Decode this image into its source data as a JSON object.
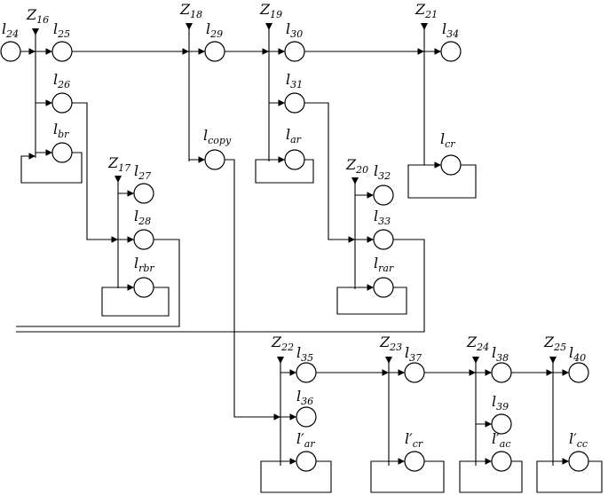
{
  "colors": {
    "ink": "#000000",
    "background": "#ffffff"
  },
  "transitions": [
    {
      "id": "Z16",
      "main": "Z",
      "sub": "16"
    },
    {
      "id": "Z17",
      "main": "Z",
      "sub": "17"
    },
    {
      "id": "Z18",
      "main": "Z",
      "sub": "18"
    },
    {
      "id": "Z19",
      "main": "Z",
      "sub": "19"
    },
    {
      "id": "Z20",
      "main": "Z",
      "sub": "20"
    },
    {
      "id": "Z21",
      "main": "Z",
      "sub": "21"
    },
    {
      "id": "Z22",
      "main": "Z",
      "sub": "22"
    },
    {
      "id": "Z23",
      "main": "Z",
      "sub": "23"
    },
    {
      "id": "Z24",
      "main": "Z",
      "sub": "24"
    },
    {
      "id": "Z25",
      "main": "Z",
      "sub": "25"
    }
  ],
  "places": [
    {
      "id": "l24",
      "main": "l",
      "sub": "24",
      "prime": false
    },
    {
      "id": "l25",
      "main": "l",
      "sub": "25",
      "prime": false
    },
    {
      "id": "l26",
      "main": "l",
      "sub": "26",
      "prime": false
    },
    {
      "id": "lbr",
      "main": "l",
      "sub": "br",
      "prime": false
    },
    {
      "id": "l27",
      "main": "l",
      "sub": "27",
      "prime": false
    },
    {
      "id": "l28",
      "main": "l",
      "sub": "28",
      "prime": false
    },
    {
      "id": "lrbr",
      "main": "l",
      "sub": "rbr",
      "prime": false
    },
    {
      "id": "l29",
      "main": "l",
      "sub": "29",
      "prime": false
    },
    {
      "id": "lcopy",
      "main": "l",
      "sub": "copy",
      "prime": false
    },
    {
      "id": "l30",
      "main": "l",
      "sub": "30",
      "prime": false
    },
    {
      "id": "l31",
      "main": "l",
      "sub": "31",
      "prime": false
    },
    {
      "id": "lar",
      "main": "l",
      "sub": "ar",
      "prime": false
    },
    {
      "id": "l32",
      "main": "l",
      "sub": "32",
      "prime": false
    },
    {
      "id": "l33",
      "main": "l",
      "sub": "33",
      "prime": false
    },
    {
      "id": "lrar",
      "main": "l",
      "sub": "rar",
      "prime": false
    },
    {
      "id": "l34",
      "main": "l",
      "sub": "34",
      "prime": false
    },
    {
      "id": "lcr",
      "main": "l",
      "sub": "cr",
      "prime": false
    },
    {
      "id": "l35",
      "main": "l",
      "sub": "35",
      "prime": false
    },
    {
      "id": "l36",
      "main": "l",
      "sub": "36",
      "prime": false
    },
    {
      "id": "lar_p",
      "main": "l",
      "sub": "ar",
      "prime": true
    },
    {
      "id": "l37",
      "main": "l",
      "sub": "37",
      "prime": false
    },
    {
      "id": "lcr_p",
      "main": "l",
      "sub": "cr",
      "prime": true
    },
    {
      "id": "l38",
      "main": "l",
      "sub": "38",
      "prime": false
    },
    {
      "id": "l39",
      "main": "l",
      "sub": "39",
      "prime": false
    },
    {
      "id": "lac_p",
      "main": "l",
      "sub": "ac",
      "prime": true
    },
    {
      "id": "l40",
      "main": "l",
      "sub": "40",
      "prime": false
    },
    {
      "id": "lcc_p",
      "main": "l",
      "sub": "cc",
      "prime": true
    }
  ]
}
